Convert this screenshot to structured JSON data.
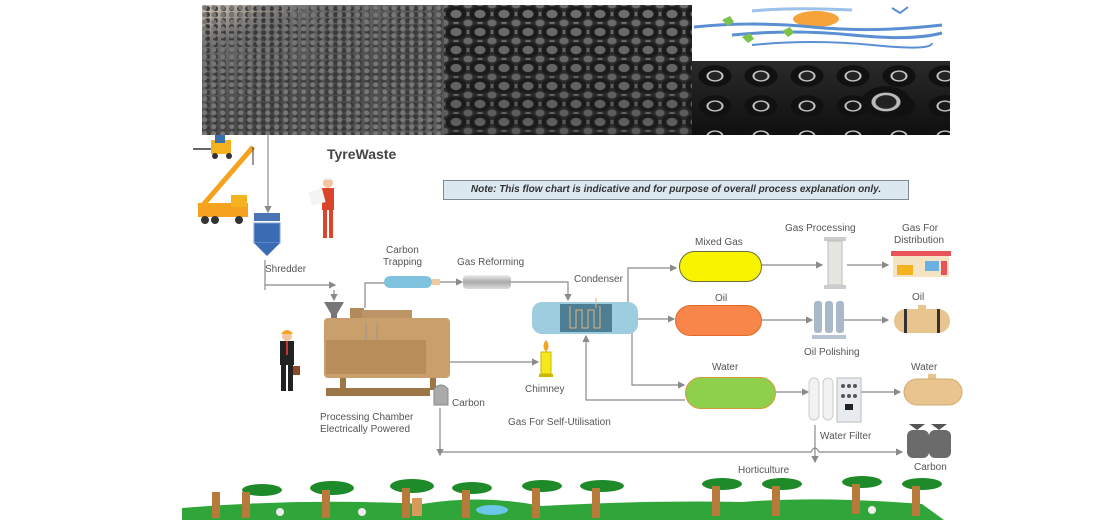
{
  "photos": [
    {
      "name": "shredded-tyre-pile-photo"
    },
    {
      "name": "tyre-dump-photo"
    },
    {
      "name": "tyres-closeup-photo"
    }
  ],
  "title": "TyreWaste",
  "note": "Note: This flow chart is indicative and for purpose of overall process explanation only.",
  "labels": {
    "shredder": "Shredder",
    "carbon_trapping_1": "Carbon",
    "carbon_trapping_2": "Trapping",
    "gas_reforming": "Gas Reforming",
    "condenser": "Condenser",
    "mixed_gas": "Mixed Gas",
    "oil": "Oil",
    "water": "Water",
    "gas_processing": "Gas Processing",
    "gas_for_distribution_1": "Gas For",
    "gas_for_distribution_2": "Distribution",
    "oil_output": "Oil",
    "oil_polishing": "Oil Polishing",
    "water_output": "Water",
    "water_filter": "Water Filter",
    "carbon_output": "Carbon",
    "chimney": "Chimney",
    "carbon_byproduct": "Carbon",
    "processing_chamber_1": "Processing Chamber",
    "processing_chamber_2": "Electrically Powered",
    "gas_self_utilisation": "Gas For Self-Utilisation",
    "horticulture": "Horticulture"
  },
  "colors": {
    "mixed_gas": "#f8f400",
    "oil": "#f8854a",
    "water": "#8ed04c",
    "note_bg": "#dbe8f0",
    "chamber": "#c9a06c",
    "tank": "#e8c48e",
    "line": "#8a8a8a"
  }
}
